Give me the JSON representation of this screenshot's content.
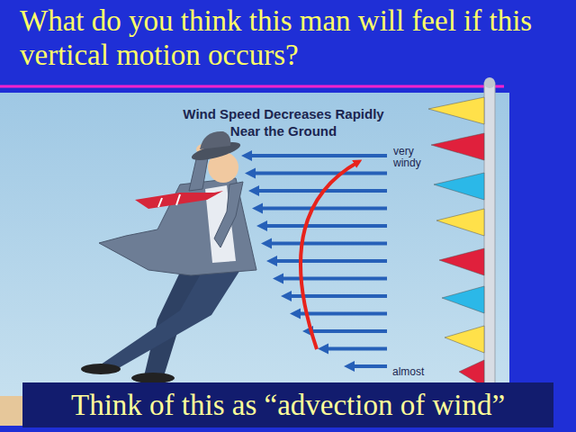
{
  "diagram": {
    "title": "What do you think this man will feel if this vertical motion occurs?",
    "caption": "Think of this as “advection of wind”",
    "labels": [
      "Wind Speed Decreases Rapidly Near the Ground",
      "very windy",
      "almost"
    ]
  }
}
